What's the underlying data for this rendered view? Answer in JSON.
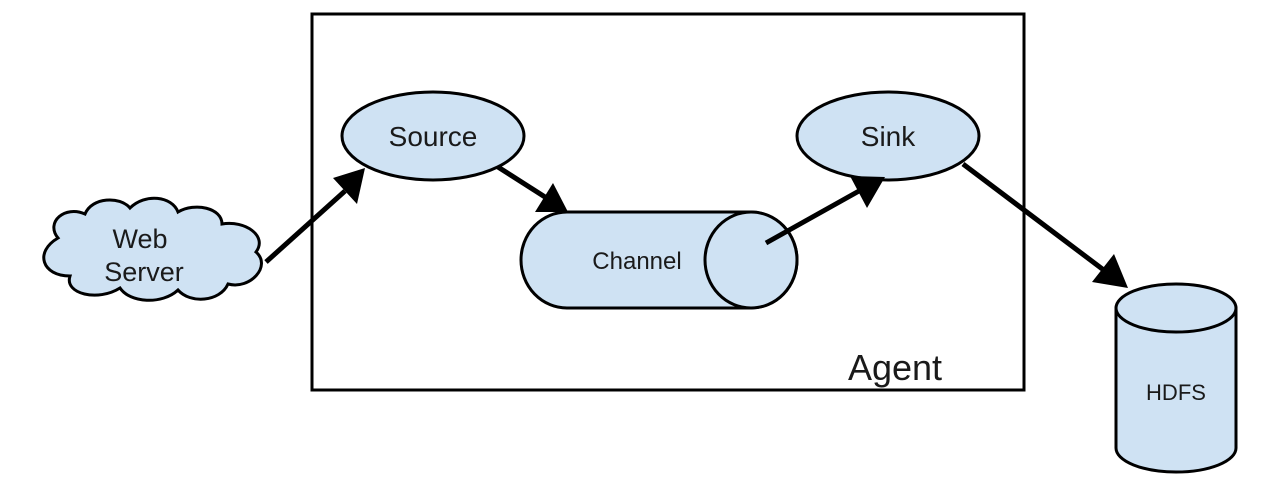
{
  "diagram": {
    "agent_label": "Agent",
    "nodes": {
      "web_server_line1": "Web",
      "web_server_line2": "Server",
      "source": "Source",
      "channel": "Channel",
      "sink": "Sink",
      "hdfs": "HDFS"
    },
    "edges": [
      {
        "from": "Web Server",
        "to": "Source"
      },
      {
        "from": "Source",
        "to": "Channel"
      },
      {
        "from": "Channel",
        "to": "Sink"
      },
      {
        "from": "Sink",
        "to": "HDFS"
      }
    ],
    "colors": {
      "node_fill": "#cfe2f3",
      "stroke": "#000000",
      "background": "#ffffff"
    }
  }
}
